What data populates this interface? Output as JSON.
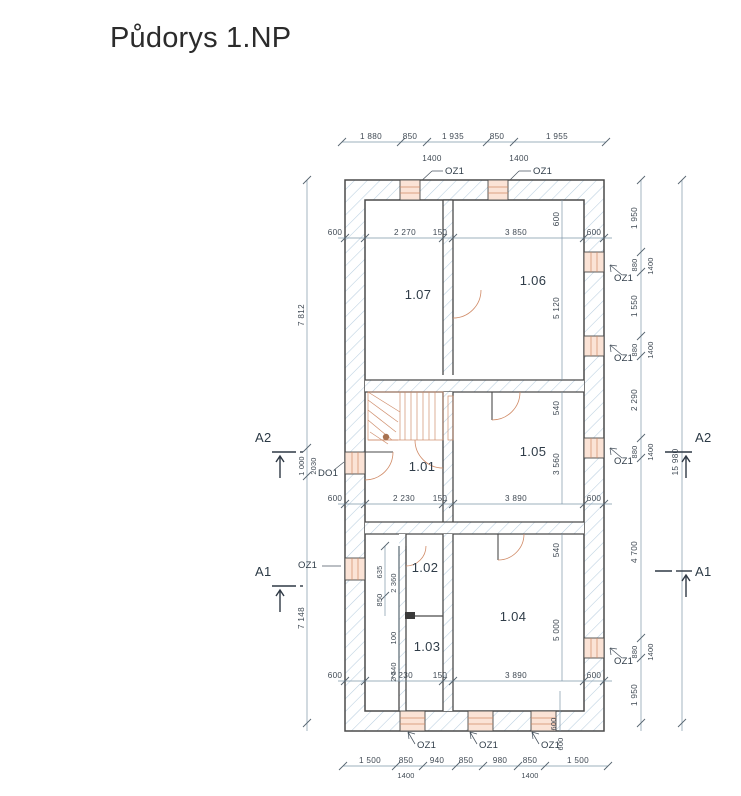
{
  "title": "Půdorys 1.NP",
  "drawing": {
    "type": "architectural-floor-plan",
    "overall_dimension": "15 980",
    "rooms": [
      {
        "id": "1.07",
        "label": "1.07"
      },
      {
        "id": "1.06",
        "label": "1.06"
      },
      {
        "id": "1.01",
        "label": "1.01"
      },
      {
        "id": "1.05",
        "label": "1.05"
      },
      {
        "id": "1.02",
        "label": "1.02"
      },
      {
        "id": "1.03",
        "label": "1.03"
      },
      {
        "id": "1.04",
        "label": "1.04"
      }
    ],
    "section_markers": [
      {
        "id": "A2-left",
        "label": "A2"
      },
      {
        "id": "A2-right",
        "label": "A2"
      },
      {
        "id": "A1-left",
        "label": "A1"
      },
      {
        "id": "A1-right",
        "label": "A1"
      }
    ],
    "openings": {
      "window_tag": "OZ1",
      "door_tag": "DO1",
      "window_height": "1400",
      "door_height": "2030",
      "tags_top": [
        "OZ1",
        "OZ1"
      ],
      "tags_top_heights": [
        "1400",
        "1400"
      ],
      "tags_right": [
        "OZ1",
        "OZ1",
        "OZ1",
        "OZ1"
      ],
      "tags_bottom": [
        "OZ1",
        "OZ1",
        "OZ1"
      ],
      "tags_left": [
        "OZ1"
      ]
    },
    "dimensions": {
      "top_chain": [
        "1 880",
        "850",
        "1 935",
        "850",
        "1 955"
      ],
      "top_inner_chain": [
        "600",
        "2 270",
        "150",
        "3 850",
        "600"
      ],
      "middle_inner_chain": [
        "600",
        "2 230",
        "150",
        "3 890",
        "600"
      ],
      "bottom_inner_chain": [
        "600",
        "2 230",
        "150",
        "3 890",
        "600"
      ],
      "bottom_chain": [
        "1 500",
        "850",
        "940",
        "850",
        "980",
        "850",
        "1 500"
      ],
      "right_chain": [
        "1 950",
        "880",
        "1 550",
        "880",
        "2 290",
        "880",
        "4 700",
        "880",
        "1 950"
      ],
      "right_heights": [
        "1400",
        "1400",
        "1400",
        "1400"
      ],
      "right_overall": "15 980",
      "left_chain": [
        "7 812",
        "1 000",
        "7 148"
      ],
      "left_door_height": "2030",
      "interior_vertical": [
        "600",
        "5 120",
        "540",
        "3 560",
        "540",
        "5 000",
        "600"
      ],
      "small_stack": [
        "635",
        "850",
        "2 360",
        "100",
        "2 540"
      ]
    }
  }
}
